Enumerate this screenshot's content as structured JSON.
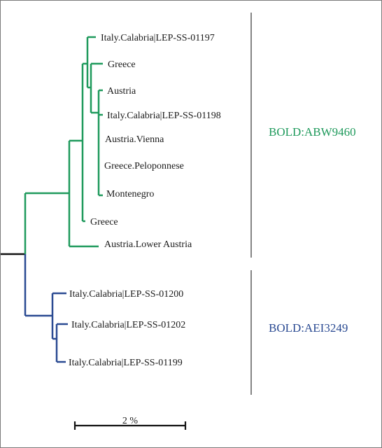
{
  "colors": {
    "clade_a": "#1f9a5c",
    "clade_b": "#2a4a92",
    "root": "#111111",
    "bracket": "#333333"
  },
  "clades": [
    {
      "name": "BOLD:ABW9460",
      "color": "#1f9a5c",
      "leaves": [
        "Italy.Calabria|LEP-SS-01197",
        "Greece",
        "Austria",
        "Italy.Calabria|LEP-SS-01198",
        "Austria.Vienna",
        "Greece.Peloponnese",
        "Montenegro",
        "Greece",
        "Austria.Lower Austria"
      ]
    },
    {
      "name": "BOLD:AEI3249",
      "color": "#2a4a92",
      "leaves": [
        "Italy.Calabria|LEP-SS-01200",
        "Italy.Calabria|LEP-SS-01202",
        "Italy.Calabria|LEP-SS-01199"
      ]
    }
  ],
  "scale_bar": {
    "label": "2 %",
    "percent": 2
  }
}
